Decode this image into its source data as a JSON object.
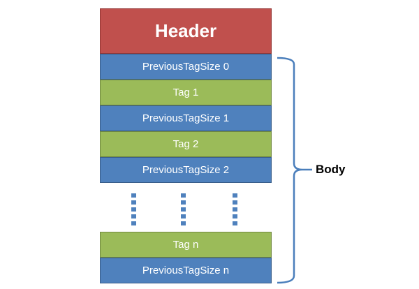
{
  "colors": {
    "red-fill": "#C0504D",
    "red-border": "#943634",
    "blue-fill": "#4F81BD",
    "blue-border": "#385D8A",
    "green-fill": "#9BBB59",
    "green-border": "#71893F",
    "brace": "#4A7EBB",
    "label-text": "#FFFFFF",
    "body-text": "#000000"
  },
  "header": {
    "label": "Header"
  },
  "blocks": [
    {
      "label": "PreviousTagSize 0",
      "kind": "size"
    },
    {
      "label": "Tag 1",
      "kind": "tag"
    },
    {
      "label": "PreviousTagSize 1",
      "kind": "size"
    },
    {
      "label": "Tag 2",
      "kind": "tag"
    },
    {
      "label": "PreviousTagSize 2",
      "kind": "size"
    }
  ],
  "ellipsis": {
    "columns": 3,
    "dashes_per_column": 5
  },
  "tail_blocks": [
    {
      "label": "Tag n",
      "kind": "tag"
    },
    {
      "label": "PreviousTagSize n",
      "kind": "size"
    }
  ],
  "brace": {
    "label": "Body"
  }
}
